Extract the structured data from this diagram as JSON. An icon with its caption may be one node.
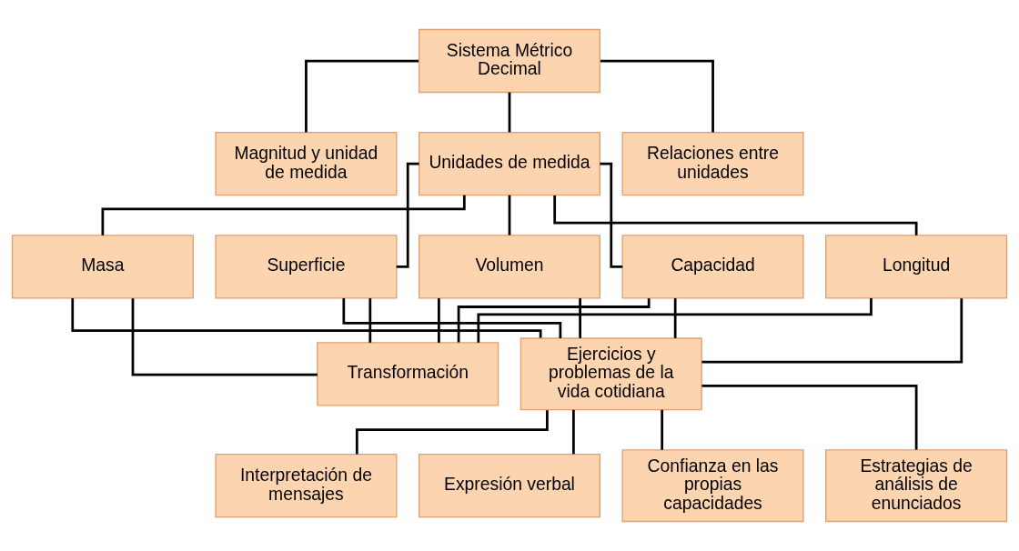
{
  "diagram": {
    "nodes": [
      {
        "text": [
          "Sistema Métrico Decimal"
        ]
      },
      {
        "text": [
          "Magnitud y unidad de medida"
        ]
      },
      {
        "text": [
          "Unidades de medida"
        ]
      },
      {
        "text": [
          "Relaciones entre unidades"
        ]
      },
      {
        "text": [
          "Longitud"
        ]
      },
      {
        "text": [
          "Masa"
        ]
      },
      {
        "text": [
          "Superficie"
        ]
      },
      {
        "text": [
          "Volumen"
        ]
      },
      {
        "text": [
          "Capacidad"
        ]
      },
      {
        "text": [
          "Transformación"
        ]
      },
      {
        "text": [
          "Ejercicios y problemas de la vida cotidiana"
        ]
      },
      {
        "text": [
          "Interpretación de mensajes"
        ]
      },
      {
        "text": [
          "Expresión verbal"
        ]
      },
      {
        "text": [
          "Confianza en las propias capacidades"
        ]
      },
      {
        "text": [
          "Estrategias de análisis de enunciados"
        ]
      }
    ],
    "edges": [
      {
        "from": 0,
        "to": 1,
        "arrow": "none"
      },
      {
        "from": 0,
        "to": 2,
        "arrow": "none"
      },
      {
        "from": 0,
        "to": 3,
        "arrow": "none"
      },
      {
        "from": 2,
        "to": 4,
        "arrow": "none"
      },
      {
        "from": 2,
        "to": 5,
        "arrow": "none"
      },
      {
        "from": 2,
        "to": 6,
        "arrow": "none"
      },
      {
        "from": 2,
        "to": 7,
        "arrow": "none"
      },
      {
        "from": 2,
        "to": 8,
        "arrow": "none"
      },
      {
        "from": 4,
        "to": 9,
        "arrow": "none"
      },
      {
        "from": 4,
        "to": 10,
        "arrow": "none"
      },
      {
        "from": 5,
        "to": 9,
        "arrow": "none"
      },
      {
        "from": 5,
        "to": 10,
        "arrow": "none"
      },
      {
        "from": 6,
        "to": 9,
        "arrow": "none"
      },
      {
        "from": 6,
        "to": 10,
        "arrow": "none"
      },
      {
        "from": 7,
        "to": 9,
        "arrow": "none"
      },
      {
        "from": 7,
        "to": 10,
        "arrow": "none"
      },
      {
        "from": 8,
        "to": 9,
        "arrow": "none"
      },
      {
        "from": 8,
        "to": 10,
        "arrow": "none"
      },
      {
        "from": 10,
        "to": 11,
        "arrow": "none"
      },
      {
        "from": 10,
        "to": 12,
        "arrow": "none"
      },
      {
        "from": 10,
        "to": 13,
        "arrow": "none"
      },
      {
        "from": 10,
        "to": 14,
        "arrow": "none"
      }
    ]
  }
}
